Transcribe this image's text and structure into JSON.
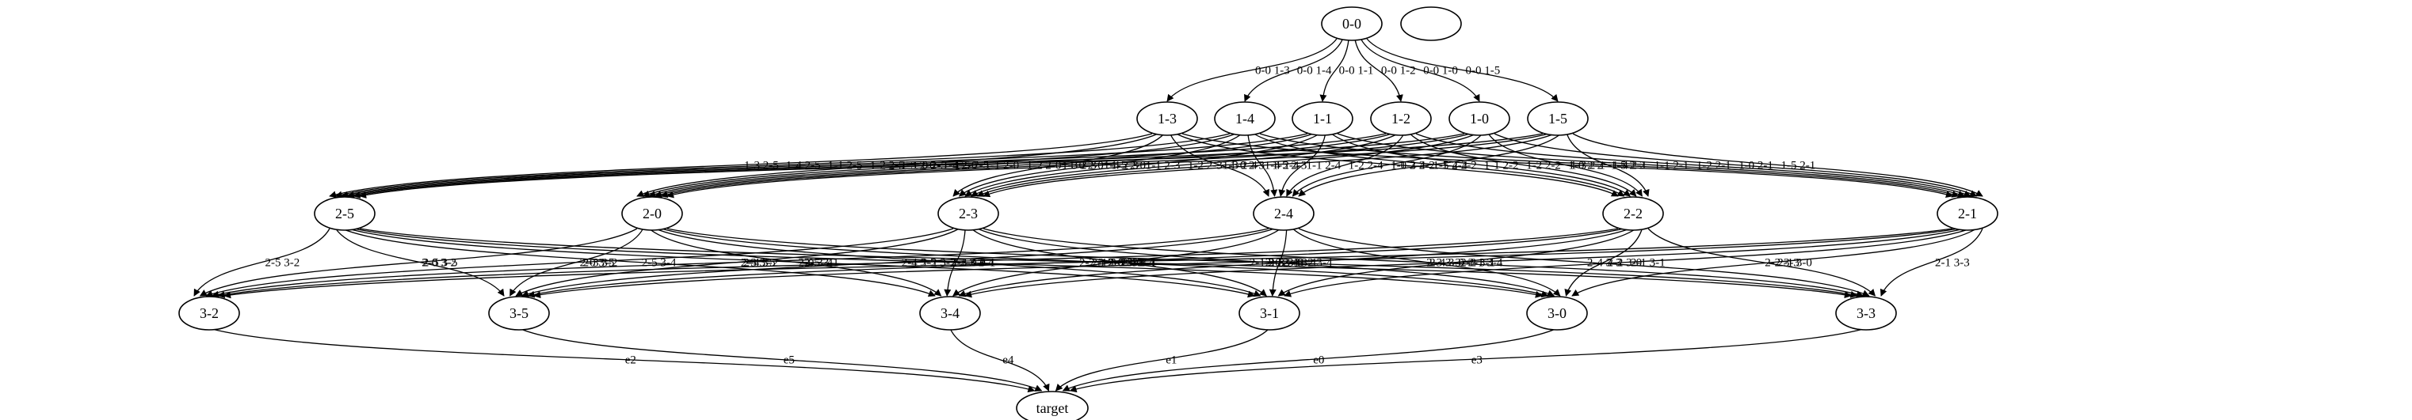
{
  "graph": {
    "nodes": [
      {
        "id": "0-0",
        "label": "0-0"
      },
      {
        "id": "blank",
        "label": ""
      },
      {
        "id": "1-3",
        "label": "1-3"
      },
      {
        "id": "1-4",
        "label": "1-4"
      },
      {
        "id": "1-1",
        "label": "1-1"
      },
      {
        "id": "1-2",
        "label": "1-2"
      },
      {
        "id": "1-0",
        "label": "1-0"
      },
      {
        "id": "1-5",
        "label": "1-5"
      },
      {
        "id": "2-5",
        "label": "2-5"
      },
      {
        "id": "2-0",
        "label": "2-0"
      },
      {
        "id": "2-3",
        "label": "2-3"
      },
      {
        "id": "2-4",
        "label": "2-4"
      },
      {
        "id": "2-2",
        "label": "2-2"
      },
      {
        "id": "2-1",
        "label": "2-1"
      },
      {
        "id": "3-2",
        "label": "3-2"
      },
      {
        "id": "3-5",
        "label": "3-5"
      },
      {
        "id": "3-4",
        "label": "3-4"
      },
      {
        "id": "3-1",
        "label": "3-1"
      },
      {
        "id": "3-0",
        "label": "3-0"
      },
      {
        "id": "3-3",
        "label": "3-3"
      },
      {
        "id": "target",
        "label": "target"
      }
    ],
    "edges": [
      {
        "from": "0-0",
        "to": "1-3",
        "label": "0-0 1-3"
      },
      {
        "from": "0-0",
        "to": "1-4",
        "label": "0-0 1-4"
      },
      {
        "from": "0-0",
        "to": "1-1",
        "label": "0-0 1-1"
      },
      {
        "from": "0-0",
        "to": "1-2",
        "label": "0-0 1-2"
      },
      {
        "from": "0-0",
        "to": "1-0",
        "label": "0-0 1-0"
      },
      {
        "from": "0-0",
        "to": "1-5",
        "label": "0-0 1-5"
      },
      {
        "from": "1-3",
        "to": "2-5",
        "label": "1-3 2-5"
      },
      {
        "from": "1-4",
        "to": "2-5",
        "label": "1-4 2-5"
      },
      {
        "from": "1-1",
        "to": "2-5",
        "label": "1-1 2-5"
      },
      {
        "from": "1-2",
        "to": "2-5",
        "label": "1-2 2-5"
      },
      {
        "from": "1-0",
        "to": "2-5",
        "label": "1-0 2-5"
      },
      {
        "from": "1-5",
        "to": "2-5",
        "label": "1-5 2-5"
      },
      {
        "from": "1-3",
        "to": "2-0",
        "label": "1-3 2-0"
      },
      {
        "from": "1-4",
        "to": "2-0",
        "label": "1-4 2-0"
      },
      {
        "from": "1-1",
        "to": "2-0",
        "label": "1-1 2-0"
      },
      {
        "from": "1-2",
        "to": "2-0",
        "label": "1-2 2-0"
      },
      {
        "from": "1-0",
        "to": "2-0",
        "label": "1-0 2-0"
      },
      {
        "from": "1-5",
        "to": "2-0",
        "label": "1-5 2-0"
      },
      {
        "from": "1-3",
        "to": "2-3",
        "label": "1-3 2-3"
      },
      {
        "from": "1-4",
        "to": "2-3",
        "label": "1-4 2-3"
      },
      {
        "from": "1-1",
        "to": "2-3",
        "label": "1-1 2-3"
      },
      {
        "from": "1-2",
        "to": "2-3",
        "label": "1-2 2-3"
      },
      {
        "from": "1-0",
        "to": "2-3",
        "label": "1-0 2-3"
      },
      {
        "from": "1-5",
        "to": "2-3",
        "label": "1-5 2-3"
      },
      {
        "from": "1-3",
        "to": "2-4",
        "label": "1-3 2-4"
      },
      {
        "from": "1-4",
        "to": "2-4",
        "label": "1-4 2-4"
      },
      {
        "from": "1-1",
        "to": "2-4",
        "label": "1-1 2-4"
      },
      {
        "from": "1-2",
        "to": "2-4",
        "label": "1-2 2-4"
      },
      {
        "from": "1-0",
        "to": "2-4",
        "label": "1-0 2-4"
      },
      {
        "from": "1-5",
        "to": "2-4",
        "label": "1-5 2-4"
      },
      {
        "from": "1-3",
        "to": "2-2",
        "label": "1-3 2-2"
      },
      {
        "from": "1-4",
        "to": "2-2",
        "label": "1-4 2-2"
      },
      {
        "from": "1-1",
        "to": "2-2",
        "label": "1-1 2-2"
      },
      {
        "from": "1-2",
        "to": "2-2",
        "label": "1-2 2-2"
      },
      {
        "from": "1-0",
        "to": "2-2",
        "label": "1-0 2-2"
      },
      {
        "from": "1-5",
        "to": "2-2",
        "label": "1-5 2-2"
      },
      {
        "from": "1-3",
        "to": "2-1",
        "label": "1-3 2-1"
      },
      {
        "from": "1-4",
        "to": "2-1",
        "label": "1-4 2-1"
      },
      {
        "from": "1-1",
        "to": "2-1",
        "label": "1-1 2-1"
      },
      {
        "from": "1-2",
        "to": "2-1",
        "label": "1-2 2-1"
      },
      {
        "from": "1-0",
        "to": "2-1",
        "label": "1-0 2-1"
      },
      {
        "from": "1-5",
        "to": "2-1",
        "label": "1-5 2-1"
      },
      {
        "from": "2-5",
        "to": "3-2",
        "label": "2-5 3-2"
      },
      {
        "from": "2-0",
        "to": "3-2",
        "label": "2-0 3-2"
      },
      {
        "from": "2-3",
        "to": "3-2",
        "label": "2-3 3-2"
      },
      {
        "from": "2-4",
        "to": "3-2",
        "label": "2-4 3-2"
      },
      {
        "from": "2-2",
        "to": "3-2",
        "label": "2-2 3-2"
      },
      {
        "from": "2-1",
        "to": "3-2",
        "label": "2-1 3-2"
      },
      {
        "from": "2-5",
        "to": "3-5",
        "label": "2-5 3-5"
      },
      {
        "from": "2-0",
        "to": "3-5",
        "label": "2-0 3-5"
      },
      {
        "from": "2-3",
        "to": "3-5",
        "label": "2-3 3-5"
      },
      {
        "from": "2-4",
        "to": "3-5",
        "label": "2-4 3-5"
      },
      {
        "from": "2-2",
        "to": "3-5",
        "label": "2-2 3-5"
      },
      {
        "from": "2-1",
        "to": "3-5",
        "label": "2-1 3-5"
      },
      {
        "from": "2-5",
        "to": "3-4",
        "label": "2-5 3-4"
      },
      {
        "from": "2-0",
        "to": "3-4",
        "label": "2-0 3-4"
      },
      {
        "from": "2-3",
        "to": "3-4",
        "label": "2-3 3-4"
      },
      {
        "from": "2-4",
        "to": "3-4",
        "label": "2-4 3-4"
      },
      {
        "from": "2-2",
        "to": "3-4",
        "label": "2-2 3-4"
      },
      {
        "from": "2-1",
        "to": "3-4",
        "label": "2-1 3-4"
      },
      {
        "from": "2-5",
        "to": "3-1",
        "label": "2-5 3-1"
      },
      {
        "from": "2-0",
        "to": "3-1",
        "label": "2-0 3-1"
      },
      {
        "from": "2-3",
        "to": "3-1",
        "label": "2-3 3-1"
      },
      {
        "from": "2-4",
        "to": "3-1",
        "label": "2-4 3-1"
      },
      {
        "from": "2-2",
        "to": "3-1",
        "label": "2-2 3-1"
      },
      {
        "from": "2-1",
        "to": "3-1",
        "label": "2-1 3-1"
      },
      {
        "from": "2-5",
        "to": "3-0",
        "label": "2-5 3-0"
      },
      {
        "from": "2-0",
        "to": "3-0",
        "label": "2-0 3-0"
      },
      {
        "from": "2-3",
        "to": "3-0",
        "label": "2-3 3-0"
      },
      {
        "from": "2-4",
        "to": "3-0",
        "label": "2-4 3-0"
      },
      {
        "from": "2-2",
        "to": "3-0",
        "label": "2-2 3-0"
      },
      {
        "from": "2-1",
        "to": "3-0",
        "label": "2-1 3-0"
      },
      {
        "from": "2-5",
        "to": "3-3",
        "label": "2-5 3-3"
      },
      {
        "from": "2-0",
        "to": "3-3",
        "label": "2-0 3-3"
      },
      {
        "from": "2-3",
        "to": "3-3",
        "label": "2-3 3-3"
      },
      {
        "from": "2-4",
        "to": "3-3",
        "label": "2-4 3-3"
      },
      {
        "from": "2-2",
        "to": "3-3",
        "label": "2-2 3-3"
      },
      {
        "from": "2-1",
        "to": "3-3",
        "label": "2-1 3-3"
      },
      {
        "from": "3-2",
        "to": "target",
        "label": "e2"
      },
      {
        "from": "3-5",
        "to": "target",
        "label": "e5"
      },
      {
        "from": "3-4",
        "to": "target",
        "label": "e4"
      },
      {
        "from": "3-1",
        "to": "target",
        "label": "e1"
      },
      {
        "from": "3-0",
        "to": "target",
        "label": "e0"
      },
      {
        "from": "3-3",
        "to": "target",
        "label": "e3"
      }
    ]
  }
}
